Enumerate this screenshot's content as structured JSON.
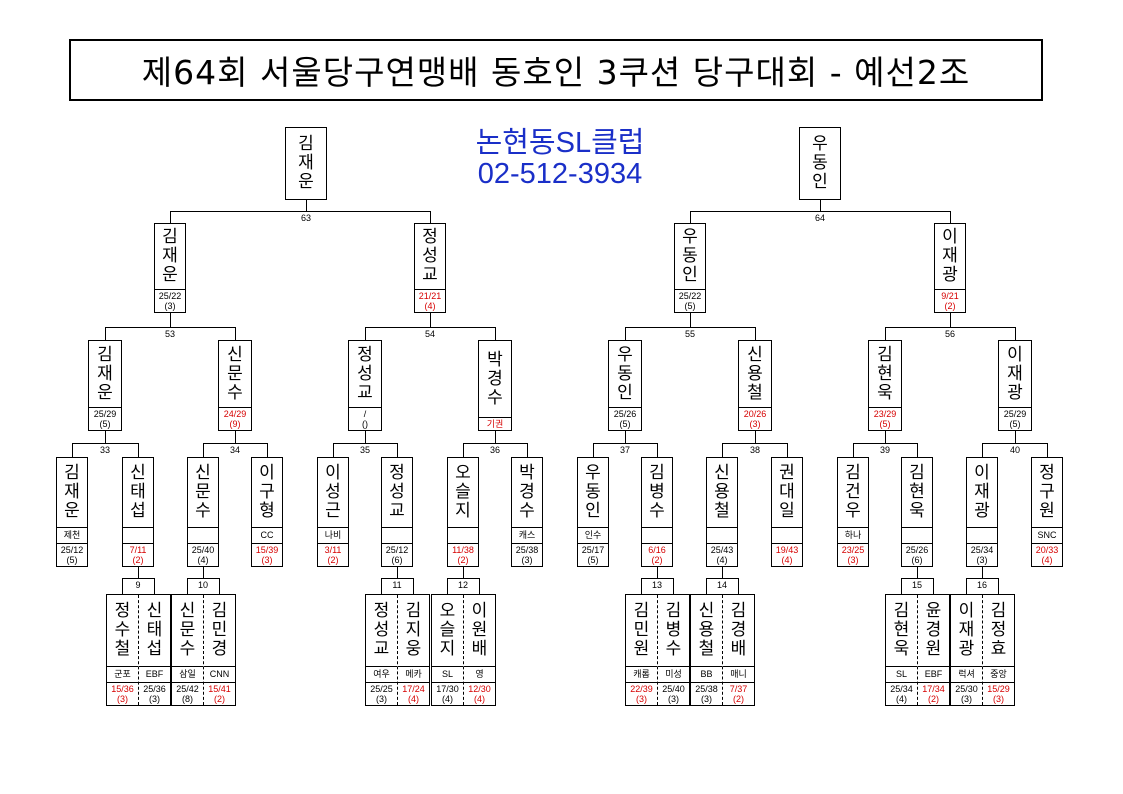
{
  "title": "제64회 서울당구연맹배 동호인 3쿠션 당구대회 - 예선2조",
  "club": {
    "name": "논현동SL클럽",
    "phone": "02-512-3934"
  },
  "top": [
    {
      "name": "김재운",
      "num": "63"
    },
    {
      "name": "우동인",
      "num": "64"
    }
  ],
  "level2": [
    {
      "name": "김재운",
      "score": "25/22",
      "inn": "(3)",
      "red": false,
      "num": "53"
    },
    {
      "name": "정성교",
      "score": "21/21",
      "inn": "(4)",
      "red": true,
      "num": "54"
    },
    {
      "name": "우동인",
      "score": "25/22",
      "inn": "(5)",
      "red": false,
      "num": "55"
    },
    {
      "name": "이재광",
      "score": "9/21",
      "inn": "(2)",
      "red": true,
      "num": "56"
    }
  ],
  "level3": [
    {
      "name": "김재운",
      "score": "25/29",
      "inn": "(5)",
      "red": false,
      "num": "33"
    },
    {
      "name": "신문수",
      "score": "24/29",
      "inn": "(9)",
      "red": true,
      "num": "34"
    },
    {
      "name": "정성교",
      "score": "/",
      "inn": "()",
      "red": false,
      "num": "35"
    },
    {
      "name": "박경수",
      "score": "기권",
      "inn": "",
      "red": true,
      "num": "36"
    },
    {
      "name": "우동인",
      "score": "25/26",
      "inn": "(5)",
      "red": false,
      "num": "37"
    },
    {
      "name": "신용철",
      "score": "20/26",
      "inn": "(3)",
      "red": true,
      "num": "38"
    },
    {
      "name": "김현욱",
      "score": "23/29",
      "inn": "(5)",
      "red": true,
      "num": "39"
    },
    {
      "name": "이재광",
      "score": "25/29",
      "inn": "(5)",
      "red": false,
      "num": "40"
    }
  ],
  "level4": [
    {
      "name": "김재운",
      "team": "제천",
      "score": "25/12",
      "inn": "(5)",
      "red": false
    },
    {
      "name": "신태섭",
      "team": "",
      "score": "7/11",
      "inn": "(2)",
      "red": true
    },
    {
      "name": "신문수",
      "team": "",
      "score": "25/40",
      "inn": "(4)",
      "red": false
    },
    {
      "name": "이구형",
      "team": "CC",
      "score": "15/39",
      "inn": "(3)",
      "red": true
    },
    {
      "name": "이성근",
      "team": "나비",
      "score": "3/11",
      "inn": "(2)",
      "red": true
    },
    {
      "name": "정성교",
      "team": "",
      "score": "25/12",
      "inn": "(6)",
      "red": false
    },
    {
      "name": "오슬지",
      "team": "",
      "score": "11/38",
      "inn": "(2)",
      "red": true
    },
    {
      "name": "박경수",
      "team": "캐스",
      "score": "25/38",
      "inn": "(3)",
      "red": false
    },
    {
      "name": "우동인",
      "team": "인수",
      "score": "25/17",
      "inn": "(5)",
      "red": false
    },
    {
      "name": "김병수",
      "team": "",
      "score": "6/16",
      "inn": "(2)",
      "red": true
    },
    {
      "name": "신용철",
      "team": "",
      "score": "25/43",
      "inn": "(4)",
      "red": false
    },
    {
      "name": "권대일",
      "team": "",
      "score": "19/43",
      "inn": "(4)",
      "red": true
    },
    {
      "name": "김건우",
      "team": "하나",
      "score": "23/25",
      "inn": "(3)",
      "red": true
    },
    {
      "name": "김현욱",
      "team": "",
      "score": "25/26",
      "inn": "(6)",
      "red": false
    },
    {
      "name": "이재광",
      "team": "",
      "score": "25/34",
      "inn": "(3)",
      "red": false
    },
    {
      "name": "정구원",
      "team": "SNC",
      "score": "20/33",
      "inn": "(4)",
      "red": true
    }
  ],
  "prelim": [
    {
      "num": "9",
      "players": [
        {
          "name": "정수철",
          "team": "군포",
          "score": "15/36",
          "inn": "(3)",
          "red": true
        },
        {
          "name": "신태섭",
          "team": "EBF",
          "score": "25/36",
          "inn": "(3)",
          "red": false
        }
      ]
    },
    {
      "num": "10",
      "players": [
        {
          "name": "신문수",
          "team": "삼일",
          "score": "25/42",
          "inn": "(8)",
          "red": false
        },
        {
          "name": "김민경",
          "team": "CNN",
          "score": "15/41",
          "inn": "(2)",
          "red": true
        }
      ]
    },
    {
      "num": "11",
      "players": [
        {
          "name": "정성교",
          "team": "여우",
          "score": "25/25",
          "inn": "(3)",
          "red": false
        },
        {
          "name": "김지웅",
          "team": "메카",
          "score": "17/24",
          "inn": "(4)",
          "red": true
        }
      ]
    },
    {
      "num": "12",
      "players": [
        {
          "name": "오슬지",
          "team": "SL",
          "score": "17/30",
          "inn": "(4)",
          "red": false
        },
        {
          "name": "이원배",
          "team": "영",
          "score": "12/30",
          "inn": "(4)",
          "red": true
        }
      ]
    },
    {
      "num": "13",
      "players": [
        {
          "name": "김민원",
          "team": "캐롬",
          "score": "22/39",
          "inn": "(3)",
          "red": true
        },
        {
          "name": "김병수",
          "team": "미성",
          "score": "25/40",
          "inn": "(3)",
          "red": false
        }
      ]
    },
    {
      "num": "14",
      "players": [
        {
          "name": "신용철",
          "team": "BB",
          "score": "25/38",
          "inn": "(3)",
          "red": false
        },
        {
          "name": "김경배",
          "team": "매니",
          "score": "7/37",
          "inn": "(2)",
          "red": true
        }
      ]
    },
    {
      "num": "15",
      "players": [
        {
          "name": "김현욱",
          "team": "SL",
          "score": "25/34",
          "inn": "(4)",
          "red": false
        },
        {
          "name": "윤경원",
          "team": "EBF",
          "score": "17/34",
          "inn": "(2)",
          "red": true
        }
      ]
    },
    {
      "num": "16",
      "players": [
        {
          "name": "이재광",
          "team": "럭셔",
          "score": "25/30",
          "inn": "(3)",
          "red": false
        },
        {
          "name": "김정효",
          "team": "중앙",
          "score": "15/29",
          "inn": "(3)",
          "red": true
        }
      ]
    }
  ]
}
